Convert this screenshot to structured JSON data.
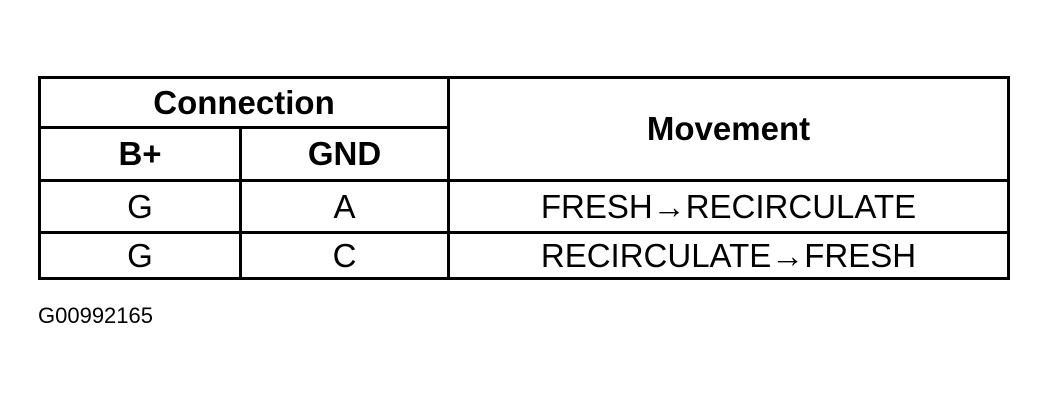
{
  "table": {
    "header": {
      "connection": "Connection",
      "movement": "Movement",
      "b_plus": "B+",
      "gnd": "GND"
    },
    "rows": [
      {
        "b_plus": "G",
        "gnd": "A",
        "movement": "FRESH→RECIRCULATE"
      },
      {
        "b_plus": "G",
        "gnd": "C",
        "movement": "RECIRCULATE→FRESH"
      }
    ]
  },
  "caption": "G00992165"
}
